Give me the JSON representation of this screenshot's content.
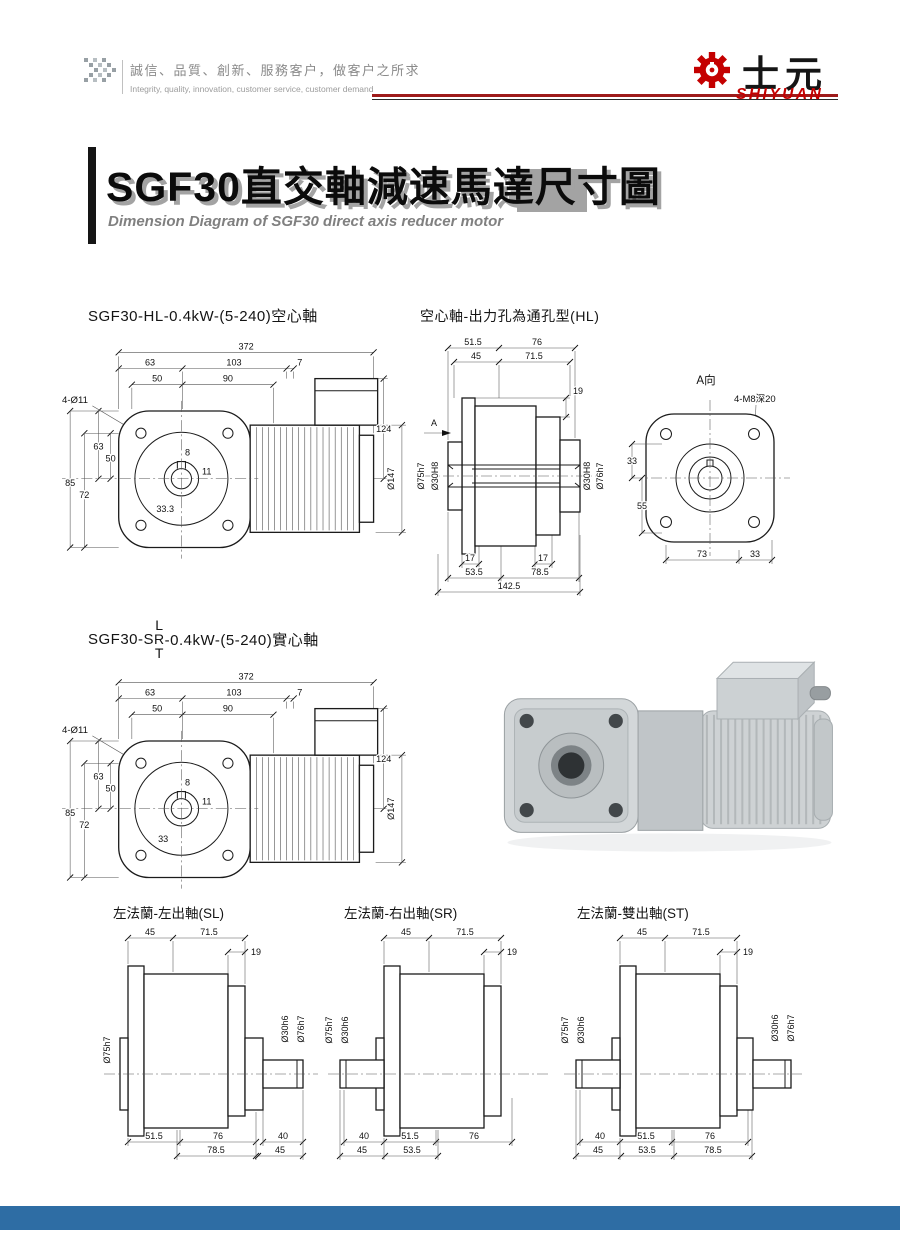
{
  "header": {
    "slogan_cn": "誠信、品質、創新、服務客户，做客户之所求",
    "slogan_en": "Integrity, quality, innovation, customer service, customer demand",
    "brand_cn": "士元",
    "brand_en": "SHIYUAN",
    "accent_color": "#c40000"
  },
  "title": {
    "main": "SGF30直交軸減速馬達尺寸圖",
    "sub": "Dimension Diagram of SGF30 direct axis reducer motor"
  },
  "hl_section": {
    "label": "SGF30-HL-0.4kW-(5-240)空心軸",
    "front": {
      "total_len": "372",
      "top_a": "63",
      "top_b": "103",
      "top_c": "7",
      "top_d": "50",
      "top_e": "90",
      "box_h": "124",
      "bolt_note": "4-Ø11",
      "left_a": "85",
      "left_b": "72",
      "left_c": "63",
      "left_d": "50",
      "key_w": "8",
      "key_d": "11",
      "hub": "33.3",
      "motor_dia": "Ø147"
    },
    "side": {
      "label": "空心軸-出力孔為通孔型(HL)",
      "view_arrow": "A",
      "top_a": "51.5",
      "top_b": "76",
      "top_c": "45",
      "top_d": "71.5",
      "step": "19",
      "dia_flange": "Ø75h7",
      "dia_bore_l": "Ø30H8",
      "dia_bore_r": "Ø30H8",
      "dia_boss": "Ø76h7",
      "bot_a": "17",
      "bot_b": "17",
      "bot_c": "53.5",
      "bot_d": "78.5",
      "bot_total": "142.5"
    },
    "back": {
      "label": "A向",
      "tap_note": "4-M8深20",
      "left_a": "33",
      "left_b": "55",
      "bot_a": "73",
      "bot_b": "33"
    }
  },
  "sr_section": {
    "label_prefix": "SGF30-S",
    "variant_top": "L",
    "variant_mid": "R",
    "variant_bot": "T",
    "label_suffix": "-0.4kW-(5-240)實心軸",
    "front": {
      "total_len": "372",
      "top_a": "63",
      "top_b": "103",
      "top_c": "7",
      "top_d": "50",
      "top_e": "90",
      "box_h": "124",
      "bolt_note": "4-Ø11",
      "left_a": "85",
      "left_b": "72",
      "left_c": "63",
      "left_d": "50",
      "key_w": "8",
      "key_d": "11",
      "hub": "33",
      "motor_dia": "Ø147"
    }
  },
  "sl_view": {
    "label": "左法蘭-左出軸(SL)",
    "top_a": "45",
    "top_b": "71.5",
    "step": "19",
    "dia_flange": "Ø75h7",
    "dia_shaft": "Ø30h6",
    "dia_boss": "Ø76h7",
    "shaft_a": "40",
    "shaft_b": "45",
    "bot_a": "51.5",
    "bot_b": "76",
    "bot_c": "78.5"
  },
  "sr_view": {
    "label": "左法蘭-右出軸(SR)",
    "top_a": "45",
    "top_b": "71.5",
    "step": "19",
    "dia_flange": "Ø75h7",
    "dia_shaft": "Ø30h6",
    "shaft_a": "40",
    "shaft_b": "45",
    "bot_a": "51.5",
    "bot_b": "76",
    "bot_c": "53.5"
  },
  "st_view": {
    "label": "左法蘭-雙出軸(ST)",
    "top_a": "45",
    "top_b": "71.5",
    "step": "19",
    "dia_flange": "Ø75h7",
    "dia_shaft_l": "Ø30h6",
    "dia_shaft_r": "Ø30h6",
    "dia_boss": "Ø76h7",
    "shaft_a": "40",
    "shaft_b": "45",
    "bot_a": "51.5",
    "bot_b": "76",
    "bot_c": "53.5",
    "bot_d": "78.5"
  },
  "footer": {
    "bar_color": "#2e6da4"
  }
}
